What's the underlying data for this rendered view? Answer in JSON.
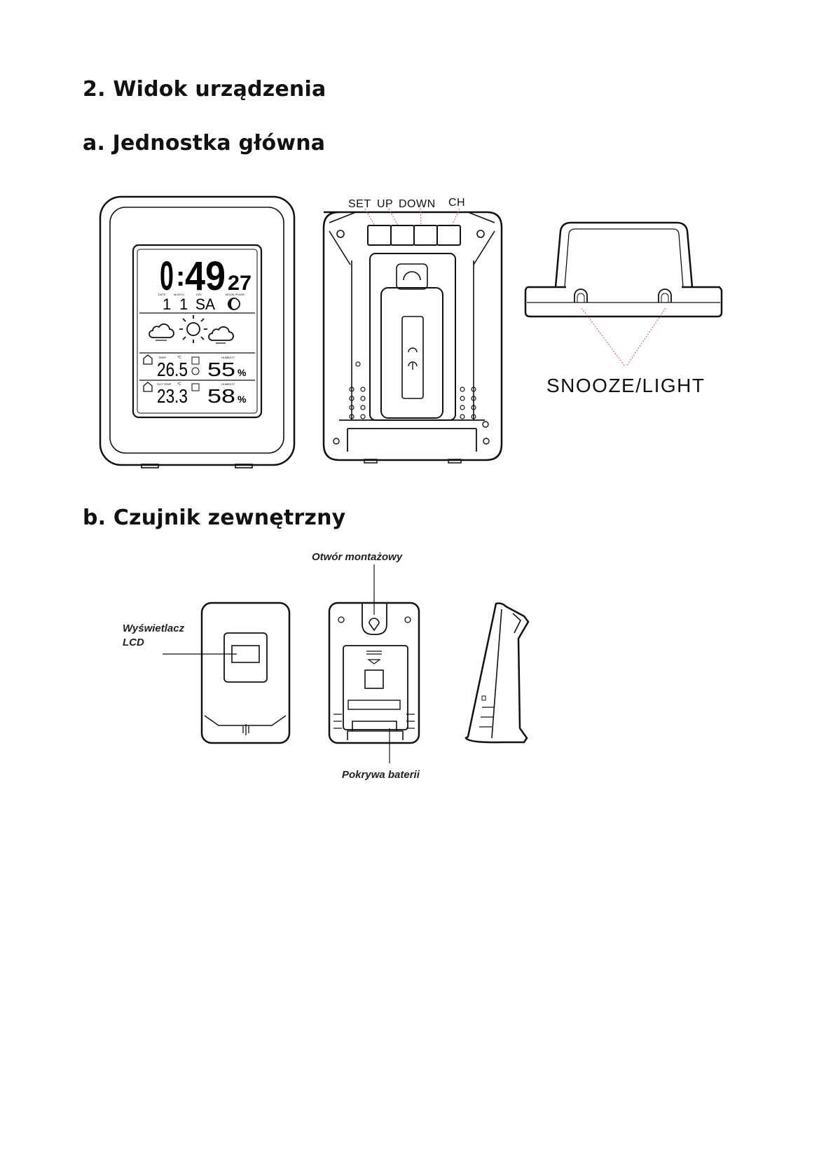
{
  "document": {
    "section_title": "2. Widok urządzenia",
    "subsection_a": "a. Jednostka główna",
    "subsection_b": "b. Czujnik zewnętrzny"
  },
  "main_unit": {
    "lcd": {
      "time_hours": "0",
      "time_minutes": "49",
      "seconds": "27",
      "date_left": "1",
      "date_right": "1",
      "weekday": "SA",
      "indoor_temp": "26.5",
      "indoor_humidity": "55",
      "outdoor_temp": "23.3",
      "outdoor_humidity": "58",
      "percent_sign": "%",
      "temp_unit": "°C",
      "temp_label": "TEMP",
      "out_temp_label": "OUT TEMP",
      "humidity_label": "HUMIDITY",
      "date_labels": [
        "DATE",
        "MONTH",
        "DAY",
        "MOON PHASE"
      ],
      "weather_icons": [
        "cloud-icon",
        "sun-icon",
        "cloud-icon"
      ],
      "moon_icon": "moon-icon",
      "indoor_icon": "house-in-icon",
      "outdoor_icon": "house-out-icon"
    },
    "rear_buttons": [
      "SET",
      "UP",
      "DOWN",
      "CH"
    ],
    "top_button_label": "SNOOZE/LIGHT"
  },
  "sensor": {
    "lcd_label_line1": "Wyświetlacz",
    "lcd_label_line2": "LCD",
    "mounting_hole_label": "Otwór montażowy",
    "battery_cover_label": "Pokrywa baterii"
  },
  "colors": {
    "line": "#111111",
    "pointer": "#d05050"
  }
}
